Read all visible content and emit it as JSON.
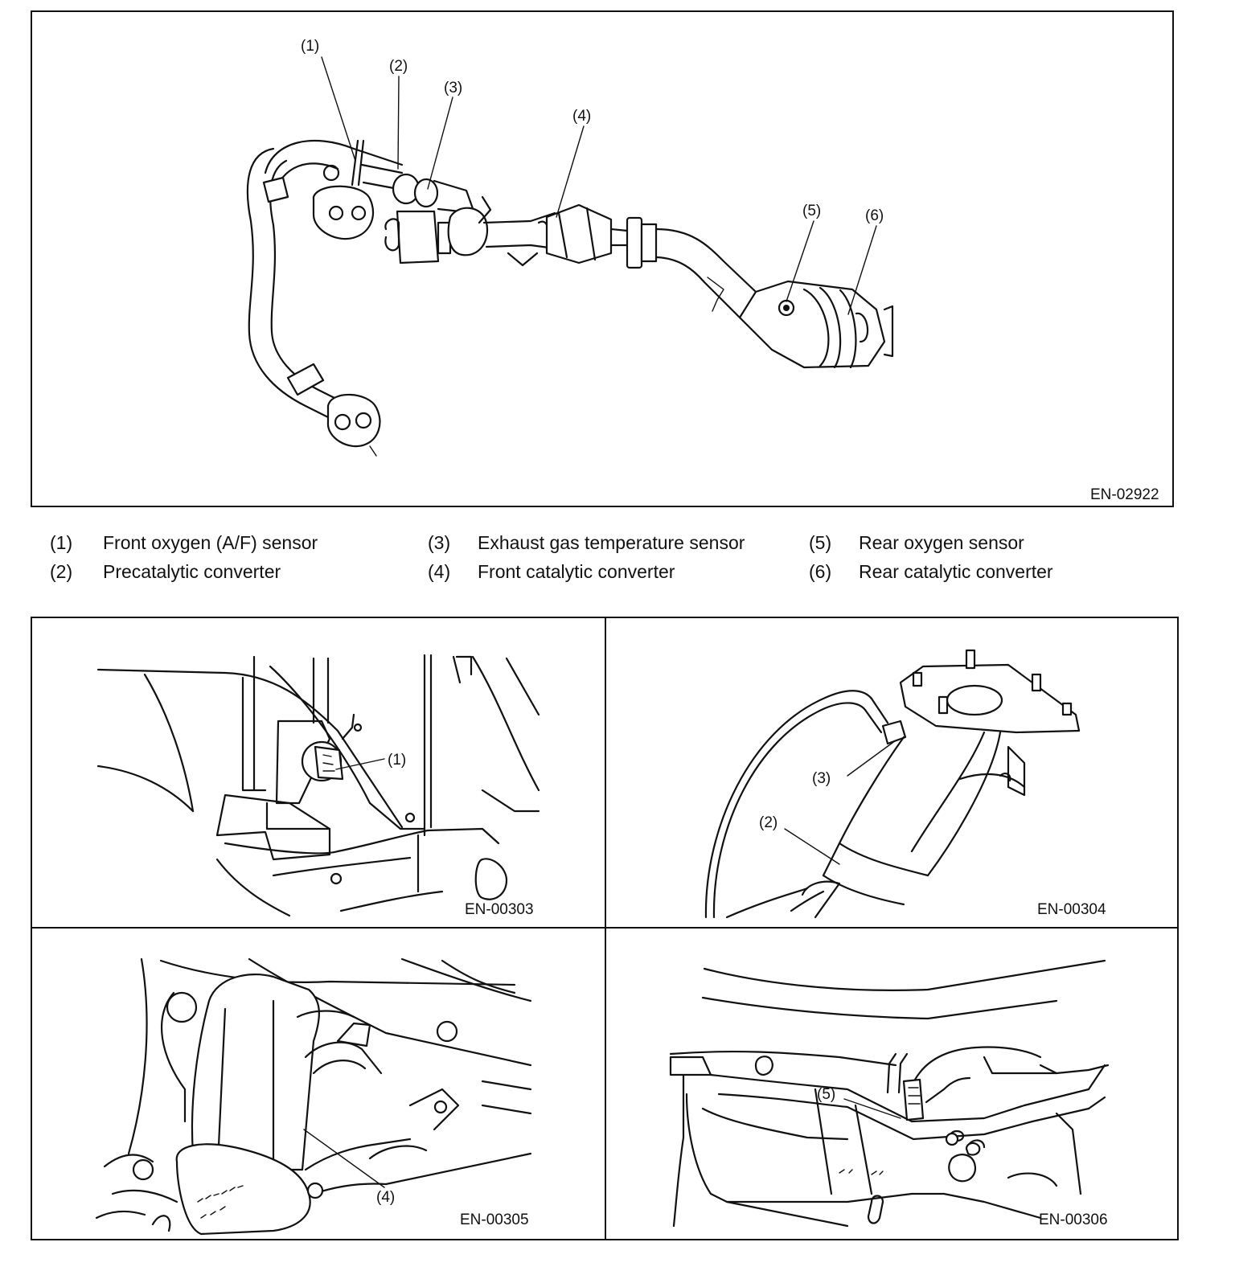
{
  "main_figure": {
    "code": "EN-02922",
    "callouts": [
      "(1)",
      "(2)",
      "(3)",
      "(4)",
      "(5)",
      "(6)"
    ]
  },
  "legend": [
    {
      "num": "(1)",
      "text": "Front oxygen (A/F) sensor"
    },
    {
      "num": "(2)",
      "text": "Precatalytic converter"
    },
    {
      "num": "(3)",
      "text": "Exhaust gas temperature sensor"
    },
    {
      "num": "(4)",
      "text": "Front catalytic converter"
    },
    {
      "num": "(5)",
      "text": "Rear oxygen sensor"
    },
    {
      "num": "(6)",
      "text": "Rear catalytic converter"
    }
  ],
  "detail_panels": [
    {
      "code": "EN-00303",
      "callouts": [
        "(1)"
      ]
    },
    {
      "code": "EN-00304",
      "callouts": [
        "(3)",
        "(2)"
      ]
    },
    {
      "code": "EN-00305",
      "callouts": [
        "(4)"
      ]
    },
    {
      "code": "EN-00306",
      "callouts": [
        "(5)"
      ]
    }
  ]
}
